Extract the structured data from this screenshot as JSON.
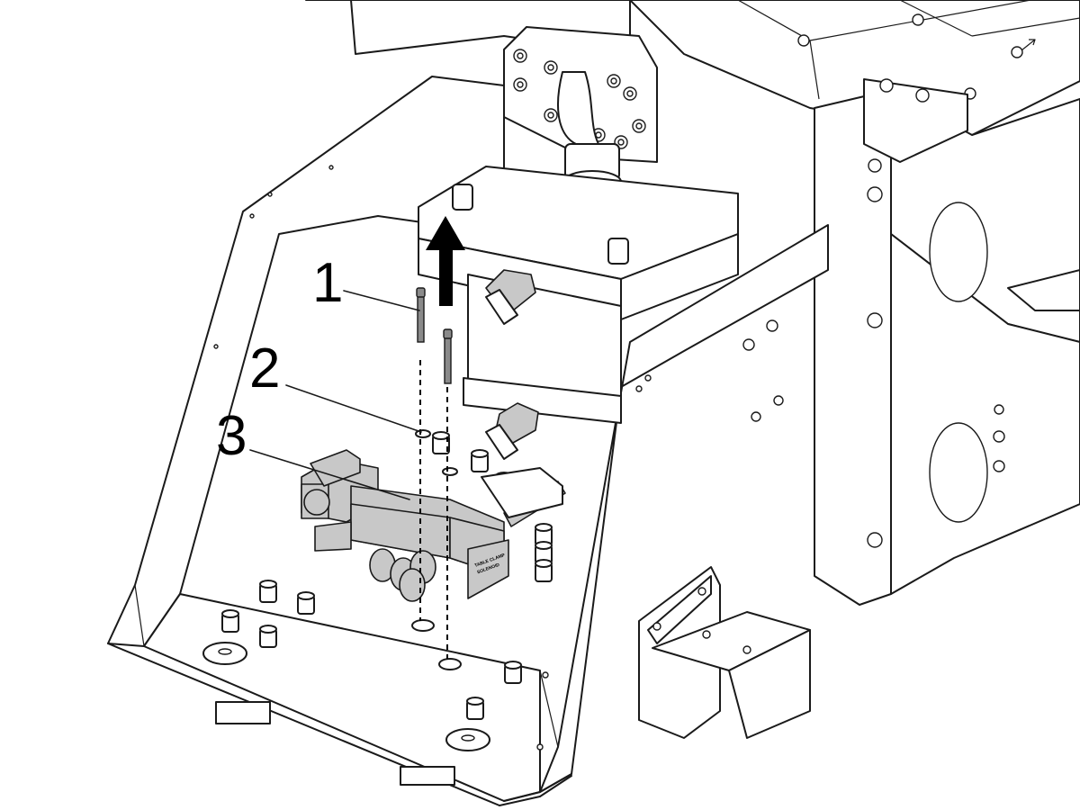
{
  "callouts": [
    {
      "number": "1"
    },
    {
      "number": "2"
    },
    {
      "number": "3"
    }
  ],
  "valve_label": {
    "line1": "TABLE CLAMP",
    "line2": "SOLENOID"
  }
}
